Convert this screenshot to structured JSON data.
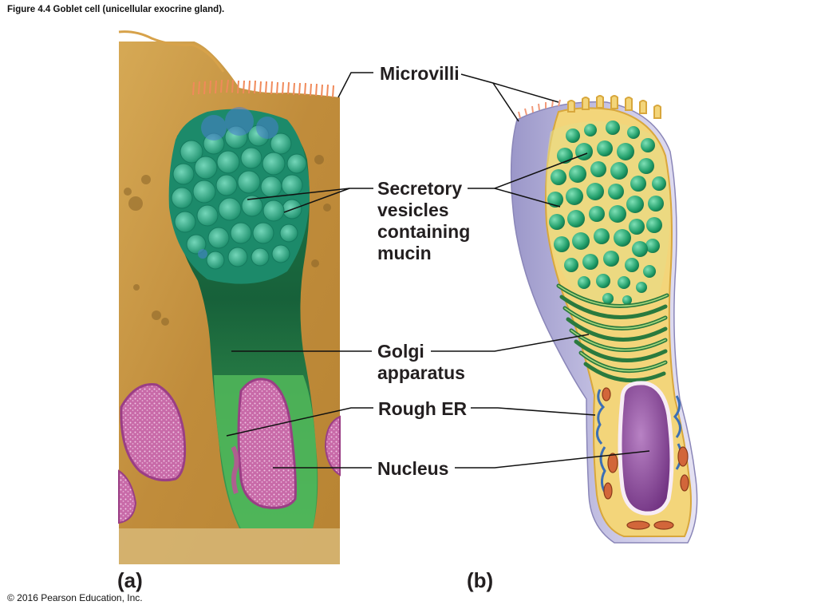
{
  "figure": {
    "title": "Figure 4.4 Goblet cell (unicellular exocrine gland).",
    "copyright": "© 2016 Pearson Education, Inc."
  },
  "labels": {
    "microvilli": "Microvilli",
    "secretory_line1": "Secretory",
    "secretory_line2": "vesicles",
    "secretory_line3": "containing",
    "secretory_line4": "mucin",
    "golgi_line1": "Golgi",
    "golgi_line2": "apparatus",
    "rough_er": "Rough ER",
    "nucleus": "Nucleus"
  },
  "panels": {
    "a": "(a)",
    "b": "(b)"
  },
  "colors": {
    "cytoplasm_tan": "#c99a45",
    "vesicle_green": "#2fae7c",
    "golgi_green": "#2a7a3e",
    "nucleus_purple": "#b0549a",
    "membrane_lilac": "#b9b6dc",
    "cell_yellow": "#f3d57a",
    "mitochondria": "#d2663a",
    "er_blue": "#3c6fb5"
  }
}
